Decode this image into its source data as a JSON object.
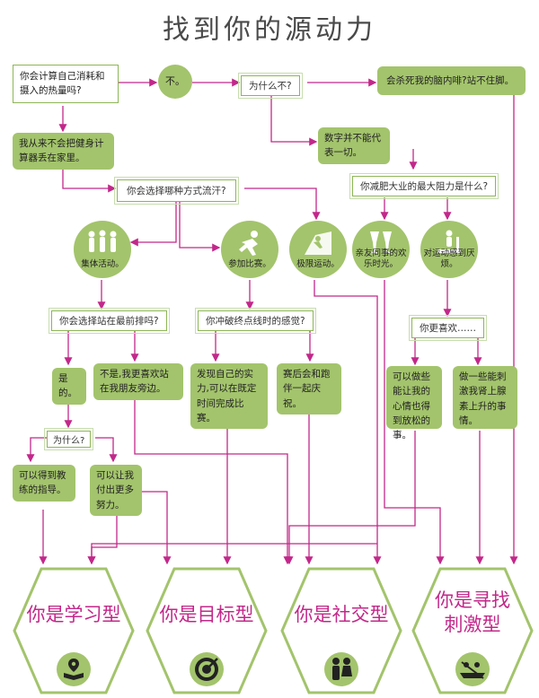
{
  "title": "找到你的源动力",
  "colors": {
    "green": "#a3c46c",
    "magenta": "#c2288a",
    "line": "#c2288a"
  },
  "q1": "你会计算自己消耗和摄入的热量吗?",
  "ans_no": "不。",
  "why_not": "为什么不?",
  "annoy": "会杀死我的脑内啡?站不住脚。",
  "never_bring": "我从来不会把健身计算器丢在家里。",
  "numbers": "数字并不能代表一切。",
  "how_sweat": "你会选择哪种方式流汗?",
  "obstacle": "你减肥大业的最大阻力是什么?",
  "c_group": "集体活动。",
  "c_race": "参加比赛。",
  "c_extreme": "极限运动。",
  "c_friends": "亲友同事的欢乐时光。",
  "c_bored": "对运动感到厌烦。",
  "stand_front": "你会选择站在最前排吗?",
  "finish_feel": "你冲破终点线时的感觉?",
  "you_like": "你更喜欢……",
  "yes": "是的。",
  "no_behind": "不是,我更喜欢站在我朋友旁边。",
  "discover": "发现自己的实力,可以在既定时间完成比赛。",
  "after_race": "赛后会和跑伴一起庆祝。",
  "relax": "可以做些能让我的心情也得到放松的事。",
  "adrenaline": "做一些能刺激我肾上腺素上升的事情。",
  "why": "为什么?",
  "coach": "可以得到教练的指导。",
  "push": "可以让我付出更多努力。",
  "types": [
    "你是学习型",
    "你是目标型",
    "你是社交型",
    "你是寻找刺激型"
  ]
}
